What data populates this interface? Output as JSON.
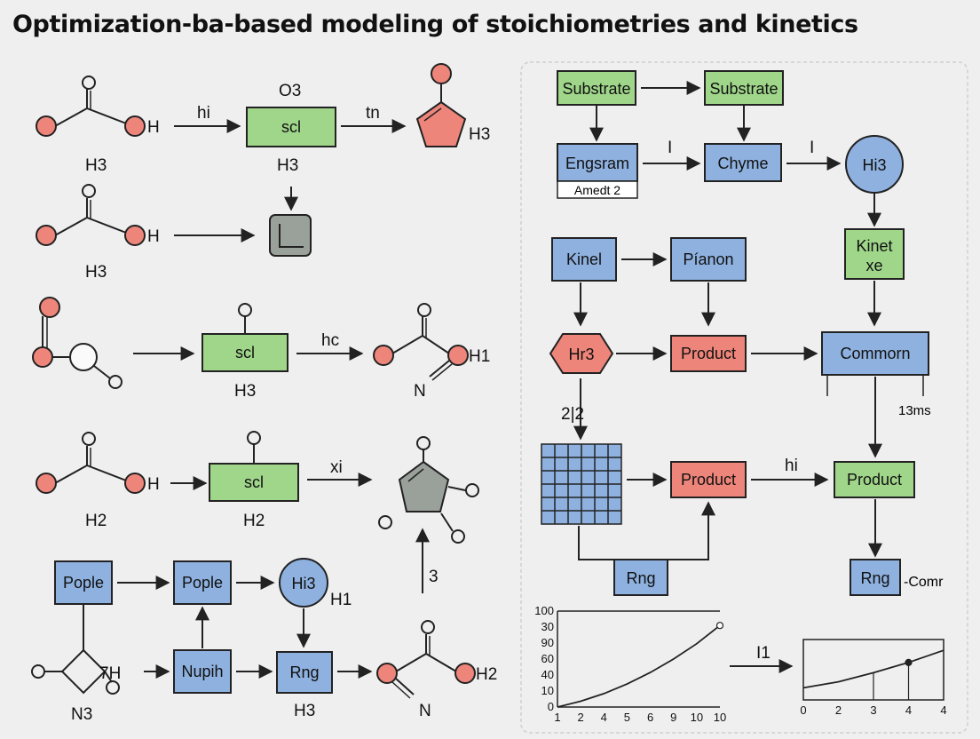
{
  "title": "Optimization-ba-based modeling of stoichiometries and kinetics",
  "colors": {
    "green": "#9fd68a",
    "blue": "#8eb1df",
    "red": "#ee857a",
    "gray": "#9aa09a",
    "stroke": "#222222",
    "panel_border": "#cccccc"
  },
  "left": {
    "row1": {
      "mol_label": "H",
      "sub_label": "H3",
      "arrow1_label": "hi",
      "box_top": "O3",
      "box": "scl",
      "box_bottom": "H3",
      "arrow2_label": "tn",
      "product_label": "H3"
    },
    "row2": {
      "mol_label": "H",
      "sub_label": "H3"
    },
    "row3": {
      "box": "scl",
      "box_bottom": "H3",
      "arrow_label": "hc",
      "product_label": "H1",
      "product_bottom": "N"
    },
    "row4": {
      "mol_label": "H",
      "sub_label": "H2",
      "box": "scl",
      "box_bottom": "H2",
      "arrow_label": "xi",
      "up_label": "3"
    },
    "row5": {
      "box1": "Pople",
      "box2": "Pople",
      "circle": "Hi3",
      "circle_side": "H1",
      "box3": "Nupih",
      "box4": "Rng",
      "box4_bottom": "H3",
      "left_label": "7H",
      "left_bottom": "N3",
      "product_label": "H2",
      "product_bottom": "N"
    }
  },
  "right": {
    "substrate1": "Substrate",
    "substrate2": "Substrate",
    "engsram": "Engsram",
    "amedt": "Amedt 2",
    "chyme": "Chyme",
    "circle": "Hi3",
    "arrow_i1": "I",
    "arrow_i2": "I",
    "kinel": "Kinel",
    "pianon": "Píanon",
    "kinet_xe": [
      "Kinet",
      "xe"
    ],
    "hex": "Hr3",
    "product1": "Product",
    "common": "Commorn",
    "ms_label": "13ms",
    "ratio_label": "2|2",
    "product2": "Product",
    "hi_label": "hi",
    "product3": "Product",
    "rng1": "Rng",
    "rng2": "Rng",
    "comr": "-Comr"
  },
  "chart_data": [
    {
      "type": "line",
      "title": "",
      "xlabel": "",
      "ylabel": "",
      "y_tick_labels": [
        "100",
        "30",
        "90",
        "60",
        "40",
        "10",
        "0"
      ],
      "x_tick_labels": [
        "1",
        "2",
        "4",
        "5",
        "6",
        "9",
        "10",
        "10"
      ],
      "x": [
        1,
        2,
        3,
        4,
        5,
        6,
        7,
        8
      ],
      "series": [
        {
          "values": [
            0,
            6,
            14,
            24,
            36,
            50,
            66,
            85
          ]
        }
      ],
      "ylim": [
        0,
        100
      ]
    },
    {
      "type": "line",
      "title": "",
      "xlabel": "",
      "ylabel": "",
      "x_tick_labels": [
        "0",
        "2",
        "3",
        "4",
        "4"
      ],
      "x": [
        0,
        1,
        2,
        3,
        4
      ],
      "series": [
        {
          "values": [
            0.2,
            0.3,
            0.45,
            0.62,
            0.82
          ]
        }
      ],
      "marker_index": 3,
      "ylim": [
        0,
        1
      ]
    }
  ],
  "chart_arrow_label": "I1"
}
